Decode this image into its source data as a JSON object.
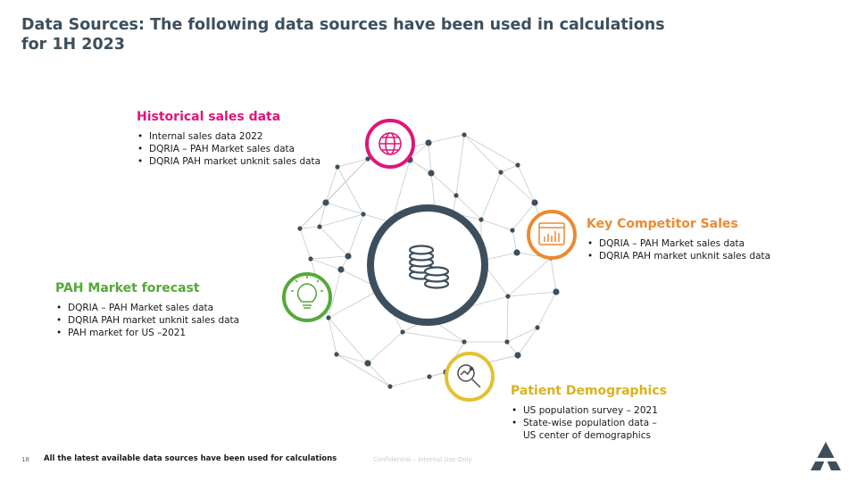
{
  "title": {
    "line1": "Data Sources: The following data sources have been used in calculations",
    "line2": "for 1H 2023"
  },
  "center_icon": "coins-stack-icon",
  "sources": [
    {
      "id": "historical",
      "heading": "Historical sales data",
      "color": "#e0157a",
      "icon": "globe-icon",
      "bullets": [
        "Internal sales data 2022",
        "DQRIA – PAH Market sales data",
        "DQRIA PAH market unknit sales data"
      ]
    },
    {
      "id": "competitor",
      "heading": "Key Competitor Sales",
      "color": "#ea8a32",
      "icon": "bar-chart-window-icon",
      "bullets": [
        "DQRIA – PAH Market sales data",
        "DQRIA PAH market unknit sales data"
      ]
    },
    {
      "id": "forecast",
      "heading": "PAH Market forecast",
      "color": "#56a83a",
      "icon": "lightbulb-icon",
      "bullets": [
        "DQRIA – PAH Market sales data",
        "DQRIA PAH market unknit sales data",
        "PAH market for US –2021"
      ]
    },
    {
      "id": "demographics",
      "heading": "Patient Demographics",
      "color": "#e4c12e",
      "icon": "magnifier-chart-icon",
      "bullets": [
        "US population survey – 2021",
        "State-wise population data –"
      ],
      "bullet_continuation": "US center of demographics"
    }
  ],
  "colors": {
    "title": "#3d4f5d",
    "node": "#3d4f5d",
    "line": "#c4c8cc"
  },
  "footer": {
    "page_number": "18",
    "note": "All the latest available data sources have been used for calculations",
    "confidential": "Confidential – Internal Use Only"
  },
  "logo_icon": "triangle-logo-icon"
}
